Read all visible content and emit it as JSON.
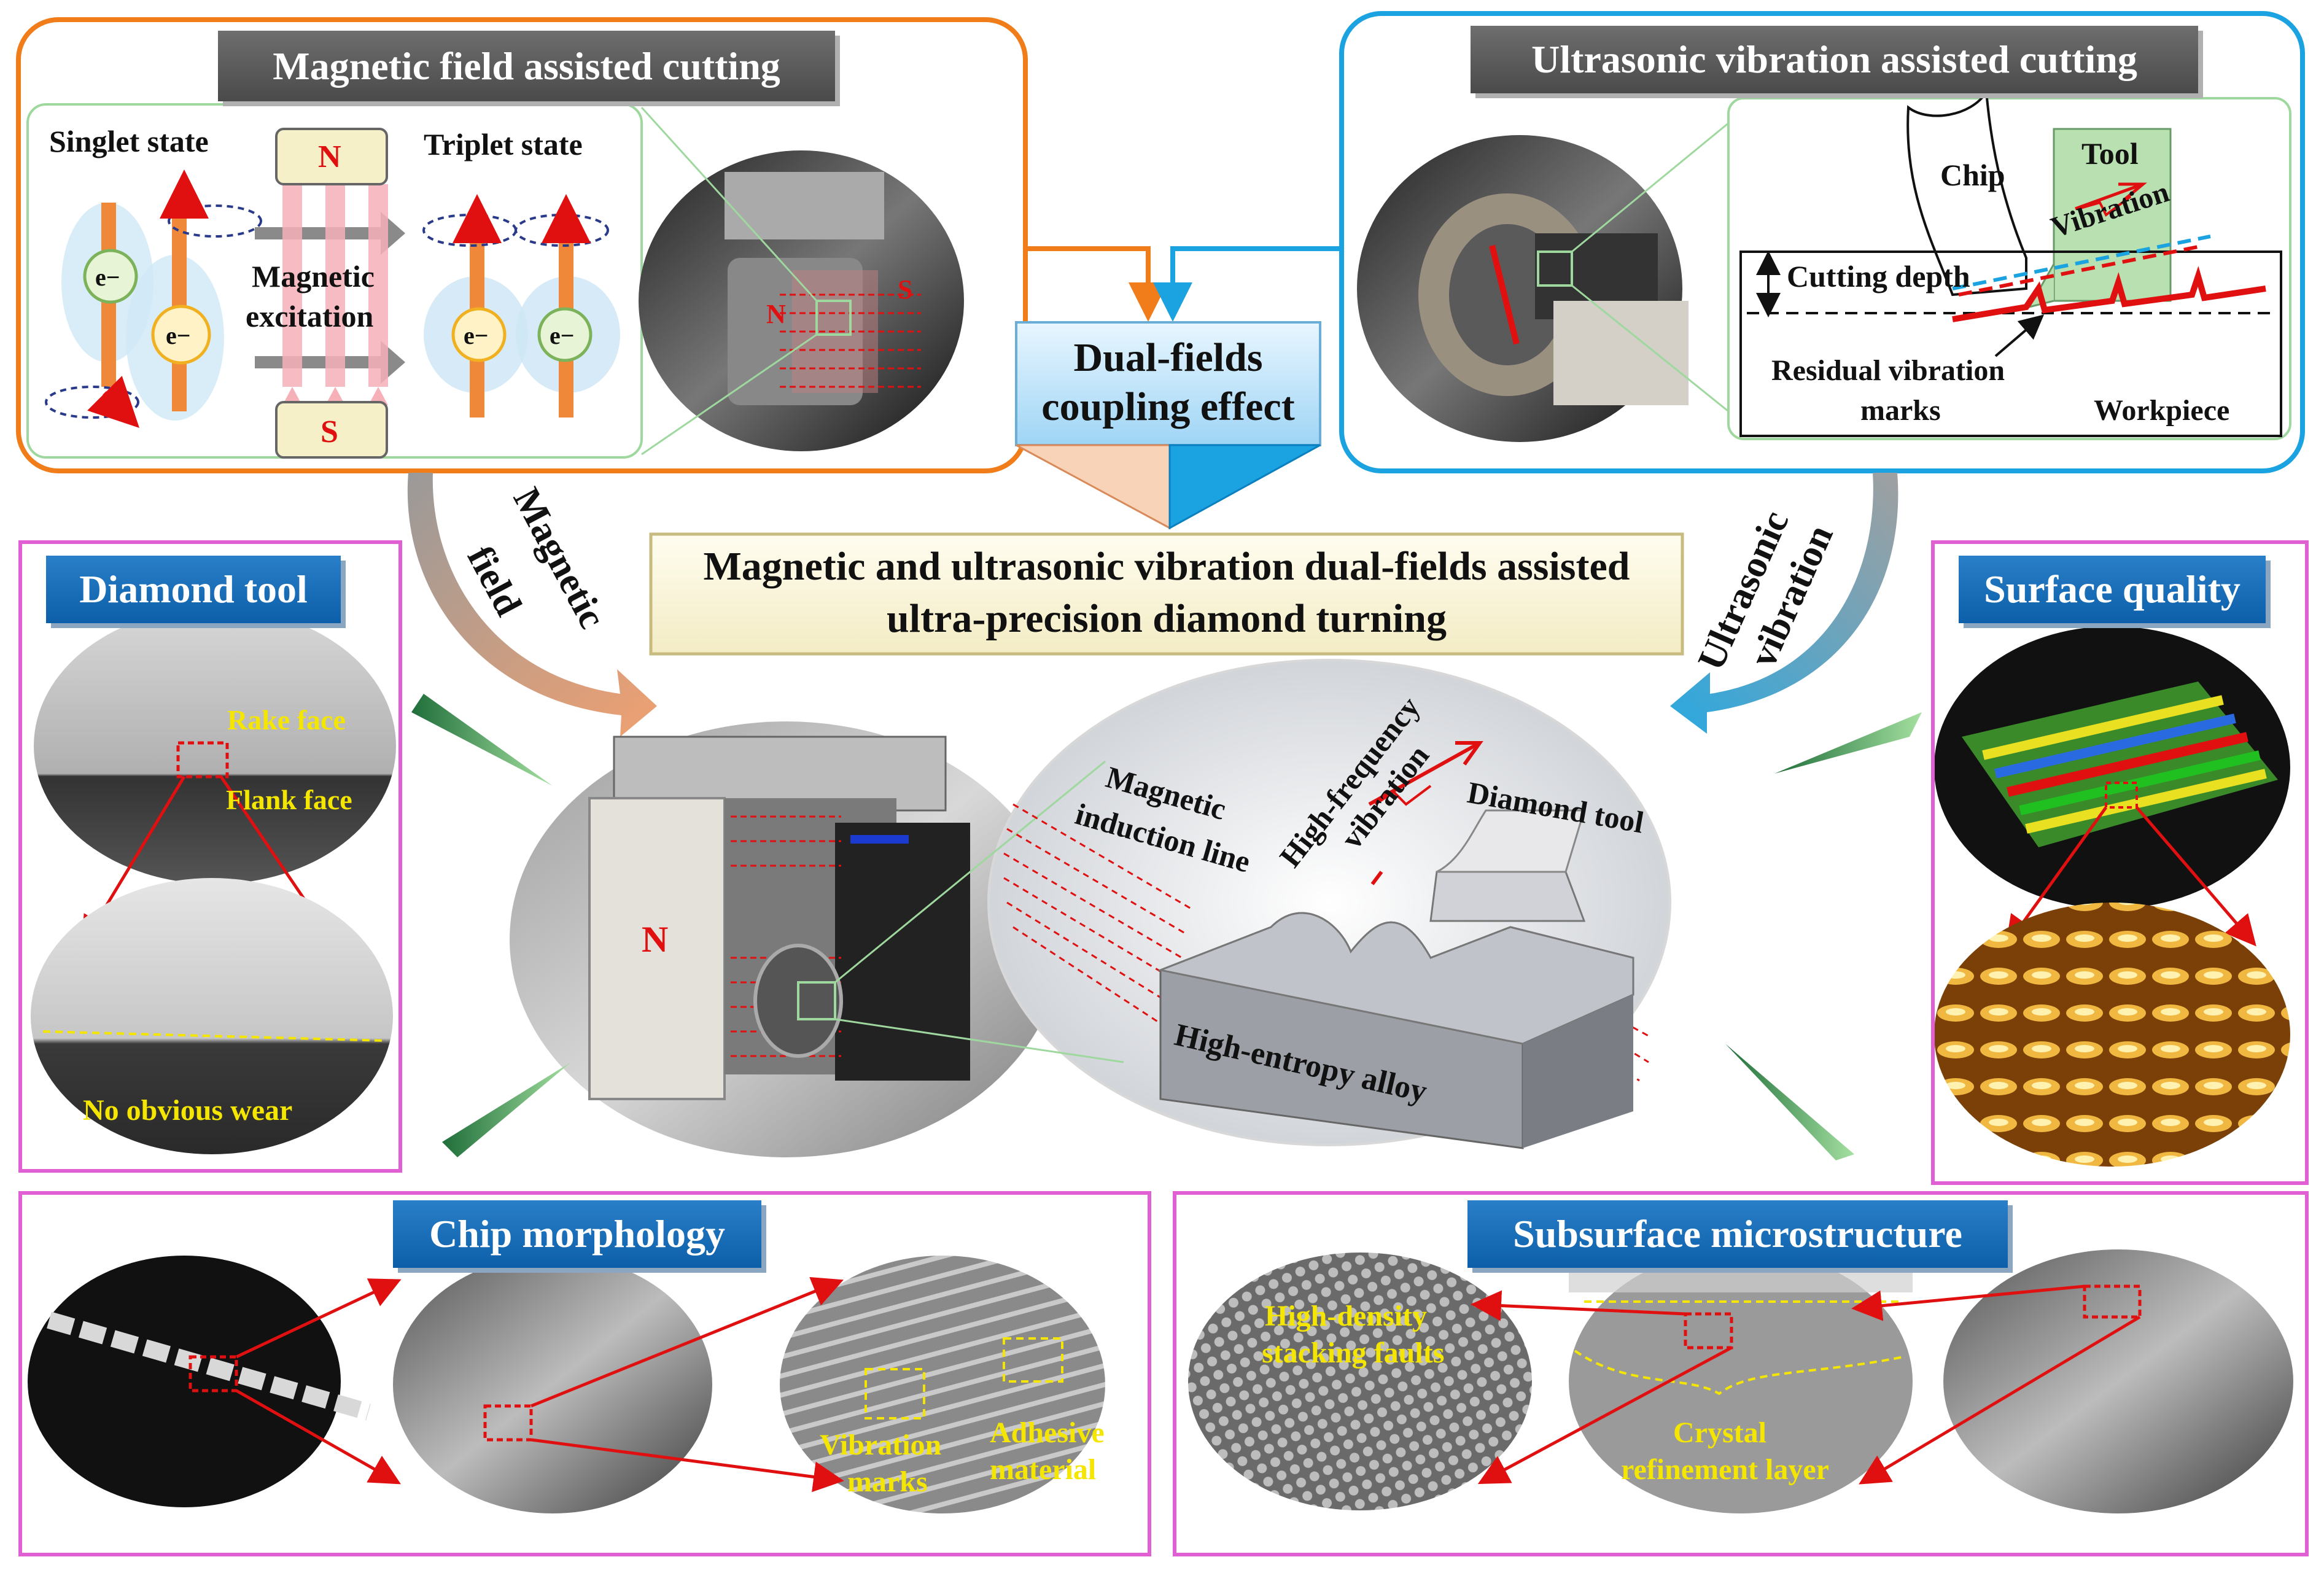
{
  "magnetic_panel": {
    "title": "Magnetic field assisted cutting",
    "singlet": "Singlet state",
    "triplet": "Triplet state",
    "excitation_line1": "Magnetic",
    "excitation_line2": "excitation",
    "north": "N",
    "south": "S",
    "electron": "e−"
  },
  "ultrasonic_panel": {
    "title": "Ultrasonic vibration assisted cutting",
    "chip": "Chip",
    "tool": "Tool",
    "vibration": "Vibration",
    "cutting_depth": "Cutting depth",
    "residual_line1": "Residual vibration",
    "residual_line2": "marks",
    "workpiece": "Workpiece"
  },
  "coupling": {
    "line1": "Dual-fields",
    "line2": "coupling effect"
  },
  "main_title": {
    "line1": "Magnetic and ultrasonic vibration dual-fields assisted",
    "line2": "ultra-precision diamond turning"
  },
  "arrows": {
    "magnetic_line1": "Magnetic",
    "magnetic_line2": "field",
    "ultrasonic_line1": "Ultrasonic",
    "ultrasonic_line2": "vibration"
  },
  "center": {
    "north": "N",
    "induction_line1": "Magnetic",
    "induction_line2": "induction line",
    "hf_line1": "High-frequency",
    "hf_line2": "vibration",
    "diamond_tool": "Diamond tool",
    "alloy": "High-entropy alloy"
  },
  "diamond_tool": {
    "title": "Diamond tool",
    "rake": "Rake face",
    "flank": "Flank face",
    "wear": "No obvious wear"
  },
  "surface_quality": {
    "title": "Surface quality"
  },
  "chip_morphology": {
    "title": "Chip morphology",
    "vib_line1": "Vibration",
    "vib_line2": "marks",
    "adh_line1": "Adhesive",
    "adh_line2": "material"
  },
  "subsurface": {
    "title": "Subsurface microstructure",
    "faults_line1": "High-density",
    "faults_line2": "stacking faults",
    "crystal_line1": "Crystal",
    "crystal_line2": "refinement layer"
  },
  "colors": {
    "orange": "#f07d1a",
    "cyan": "#1aa3e0",
    "pink": "#e05fd2",
    "red": "#e01010",
    "label_yellow": "#f4e600"
  }
}
